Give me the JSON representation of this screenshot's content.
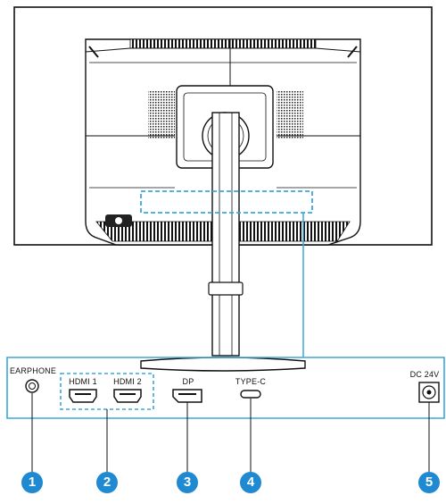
{
  "ports": [
    {
      "id": "earphone",
      "label": "EARPHONE",
      "number": "1"
    },
    {
      "id": "hdmi1",
      "label": "HDMI 1",
      "number": "2"
    },
    {
      "id": "hdmi2",
      "label": "HDMI 2",
      "number": "2"
    },
    {
      "id": "dp",
      "label": "DP",
      "number": "3"
    },
    {
      "id": "typec",
      "label": "TYPE-C",
      "number": "4"
    },
    {
      "id": "dc",
      "label": "DC 24V",
      "number": "5"
    }
  ],
  "badges": [
    "1",
    "2",
    "3",
    "4",
    "5"
  ],
  "colors": {
    "line": "#111111",
    "callout": "#3ba7dd",
    "badge": "#1f8ad1"
  }
}
